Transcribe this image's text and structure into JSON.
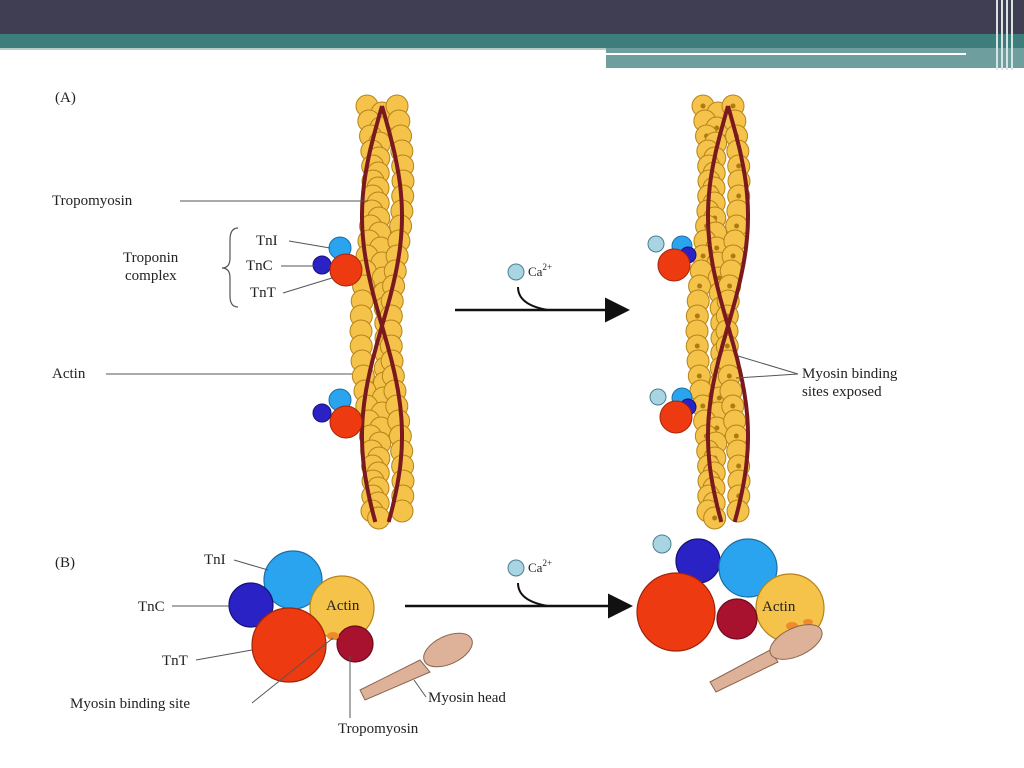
{
  "panels": {
    "a": "(A)",
    "b": "(B)"
  },
  "labels_a": {
    "tropomyosin": "Tropomyosin",
    "troponin_complex_line1": "Troponin",
    "troponin_complex_line2": "complex",
    "tni": "TnI",
    "tnc": "TnC",
    "tnt": "TnT",
    "actin": "Actin",
    "ca": "Ca",
    "ca_charge": "2+",
    "myosin_binding_line1": "Myosin binding",
    "myosin_binding_line2": "sites exposed"
  },
  "labels_b": {
    "tni": "TnI",
    "tnc": "TnC",
    "tnt": "TnT",
    "actin_left": "Actin",
    "actin_right": "Actin",
    "myosin_binding_site": "Myosin binding site",
    "myosin_head": "Myosin head",
    "tropomyosin": "Tropomyosin",
    "ca": "Ca",
    "ca_charge": "2+"
  },
  "colors": {
    "actin": "#f5c24a",
    "actin_stroke": "#b58419",
    "tropomyosin": "#7a1a1f",
    "tni": "#2aa4ee",
    "tnc": "#2a22c4",
    "tnt": "#ee3a10",
    "calcium": "#a9d4e2",
    "myosin": "#ddb299"
  }
}
